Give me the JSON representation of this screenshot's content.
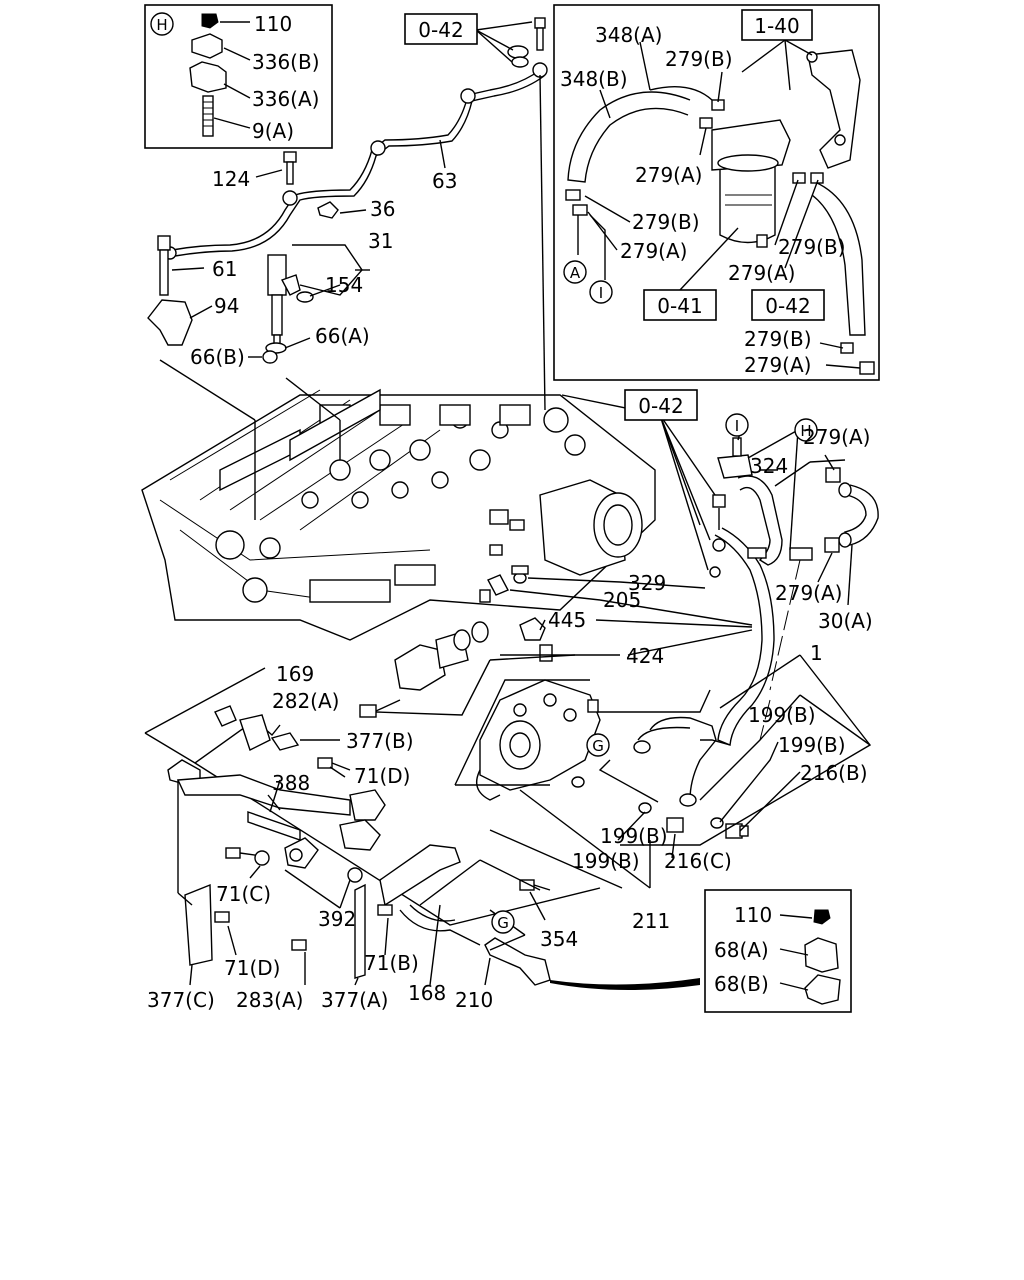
{
  "labels": {
    "l110a": "110",
    "l336b": "336(B)",
    "l336a": "336(A)",
    "l9a": "9(A)",
    "l124": "124",
    "l36": "36",
    "l63": "63",
    "l31": "31",
    "l154": "154",
    "l61": "61",
    "l94": "94",
    "l66a": "66(A)",
    "l66b": "66(B)",
    "l348a": "348(A)",
    "l348b": "348(B)",
    "l279b1": "279(B)",
    "l279a1": "279(A)",
    "l279b2": "279(B)",
    "l279a2": "279(A)",
    "l279b3": "279(B)",
    "l279a3": "279(A)",
    "l279b4": "279(B)",
    "l279a4": "279(A)",
    "l279a5": "279(A)",
    "l324": "324",
    "l279a6": "279(A)",
    "l30a": "30(A)",
    "l329": "329",
    "l205": "205",
    "l445": "445",
    "l424": "424",
    "l1": "1",
    "l169": "169",
    "l282a": "282(A)",
    "l377b": "377(B)",
    "l71d1": "71(D)",
    "l388": "388",
    "l199b1": "199(B)",
    "l199b2": "199(B)",
    "l216b": "216(B)",
    "l199b3": "199(B)",
    "l199b4": "199(B)",
    "l216c": "216(C)",
    "l71c": "71(C)",
    "l392": "392",
    "l354": "354",
    "l211": "211",
    "l71d2": "71(D)",
    "l71b": "71(B)",
    "l377c": "377(C)",
    "l283a": "283(A)",
    "l377a": "377(A)",
    "l168": "168",
    "l210": "210",
    "l110b": "110",
    "l68a": "68(A)",
    "l68b": "68(B)"
  },
  "refboxes": {
    "r042a": "0-42",
    "r140": "1-40",
    "r041": "0-41",
    "r042b": "0-42",
    "r042c": "0-42"
  },
  "circles": {
    "cH1": "H",
    "cA": "A",
    "cI1": "I",
    "cI2": "I",
    "cH2": "H",
    "cG1": "G",
    "cG2": "G"
  }
}
